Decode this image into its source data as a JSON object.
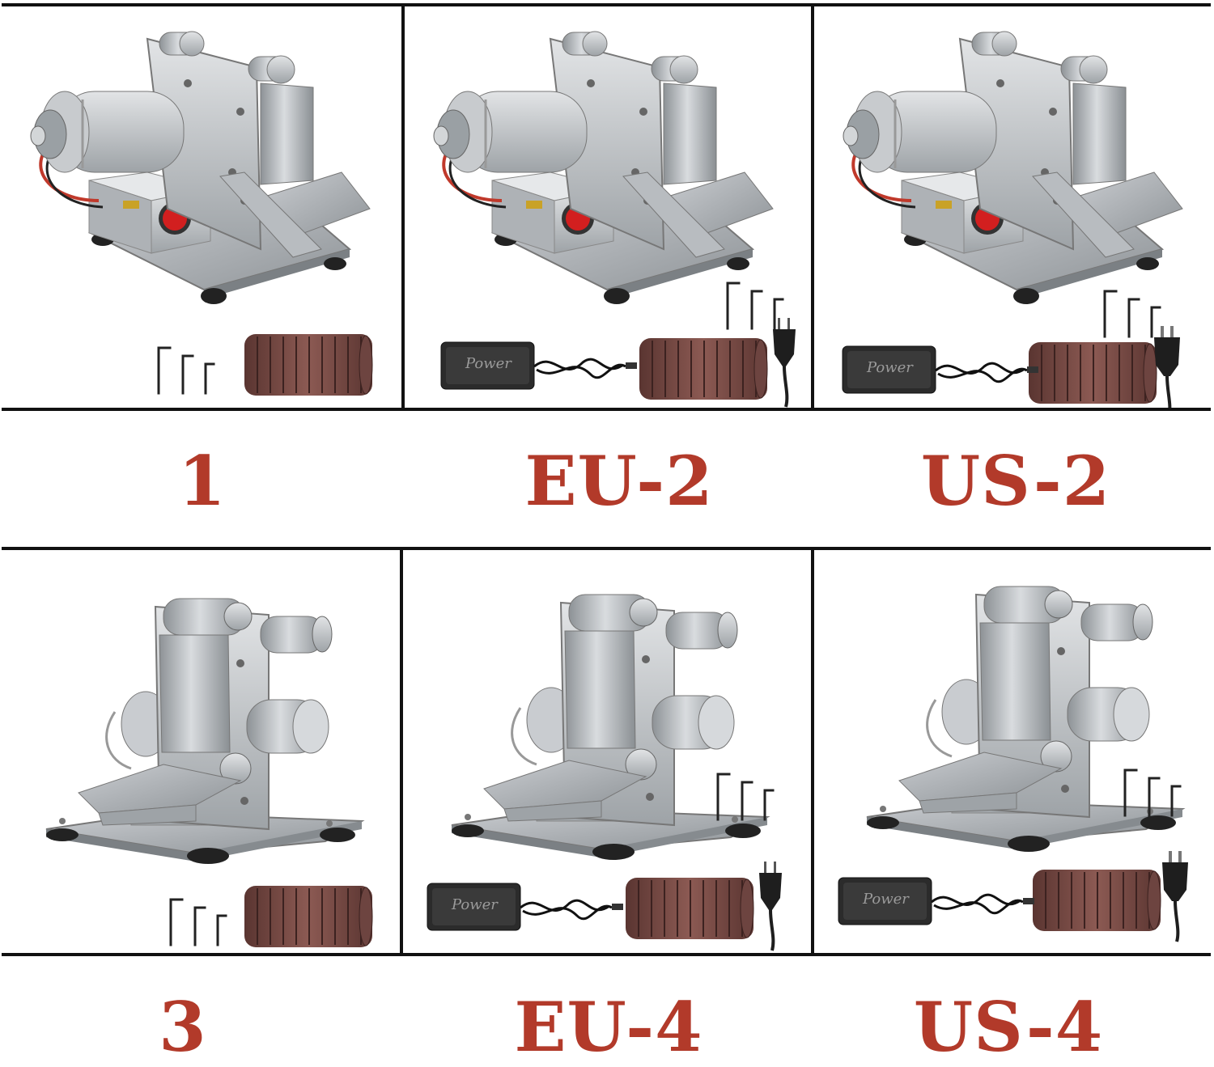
{
  "variants": [
    {
      "id": "1",
      "label": "1",
      "model": "motor",
      "power_adapter": false,
      "plug": "none"
    },
    {
      "id": "EU-2",
      "label": "EU-2",
      "model": "motor",
      "power_adapter": true,
      "plug": "eu"
    },
    {
      "id": "US-2",
      "label": "US-2",
      "model": "motor",
      "power_adapter": true,
      "plug": "us"
    },
    {
      "id": "3",
      "label": "3",
      "model": "front",
      "power_adapter": false,
      "plug": "none"
    },
    {
      "id": "EU-4",
      "label": "EU-4",
      "model": "front",
      "power_adapter": true,
      "plug": "eu"
    },
    {
      "id": "US-4",
      "label": "US-4",
      "model": "front",
      "power_adapter": true,
      "plug": "us"
    }
  ],
  "adapter_text": "Power",
  "colors": {
    "label": "#b23a2a",
    "frame": "#111111",
    "steel": "#b9bdc1",
    "belt": "#7a4a44",
    "switch": "#d21f1f"
  }
}
